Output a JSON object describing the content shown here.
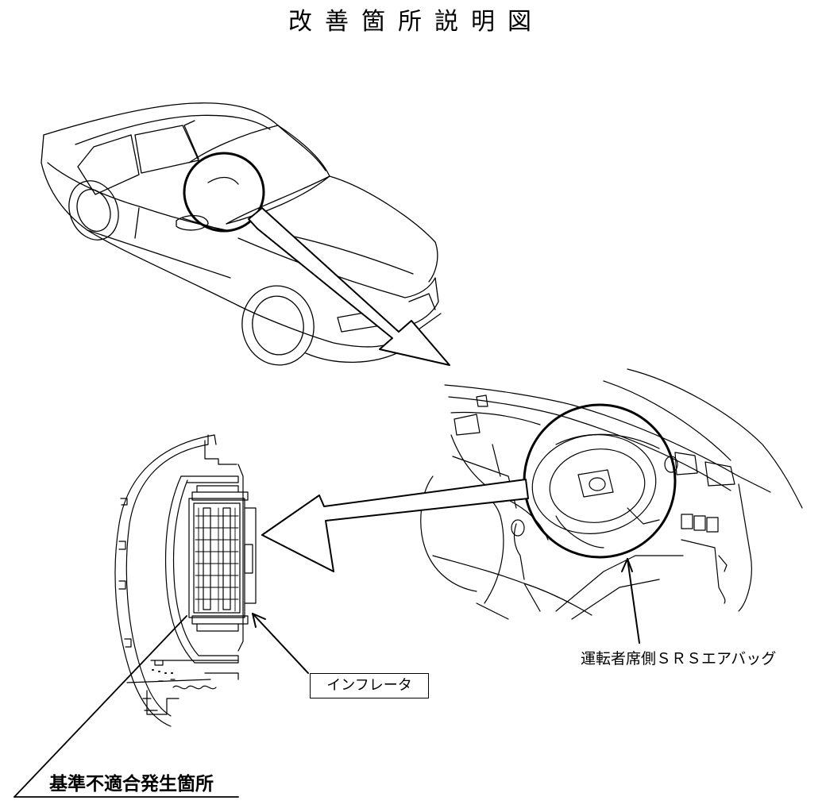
{
  "title": "改善箇所説明図",
  "labels": {
    "airbag": "運転者席側ＳＲＳエアバッグ",
    "inflator": "インフレータ",
    "defect_location": "基準不適合発生箇所"
  },
  "colors": {
    "line": "#000000",
    "background": "#ffffff"
  }
}
